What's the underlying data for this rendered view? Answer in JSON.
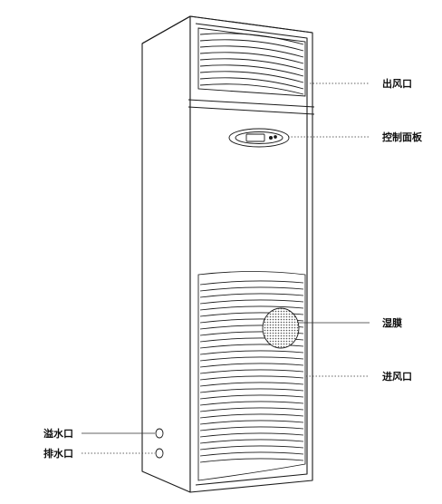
{
  "labels": {
    "air_outlet": "出风口",
    "control_panel": "控制面板",
    "wet_membrane": "湿膜",
    "air_inlet": "进风口",
    "overflow_port": "溢水口",
    "drain_port": "排水口"
  }
}
